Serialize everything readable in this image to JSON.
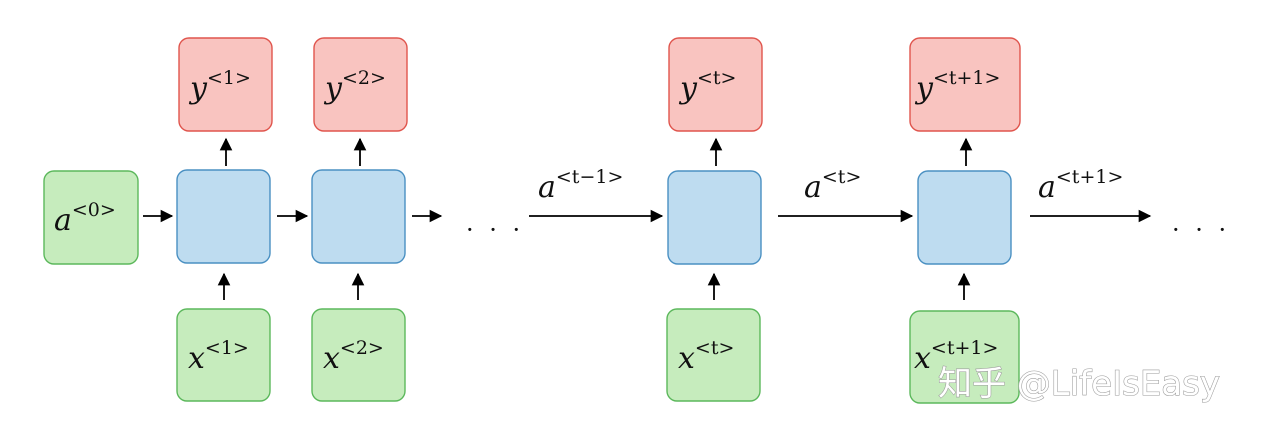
{
  "diagram": {
    "initial_state": {
      "base": "a",
      "sup": "<0>"
    },
    "outputs": [
      {
        "base": "y",
        "sup": "<1>"
      },
      {
        "base": "y",
        "sup": "<2>"
      },
      {
        "base": "y",
        "sup": "<t>"
      },
      {
        "base": "y",
        "sup": "<t+1>"
      }
    ],
    "inputs": [
      {
        "base": "x",
        "sup": "<1>"
      },
      {
        "base": "x",
        "sup": "<2>"
      },
      {
        "base": "x",
        "sup": "<t>"
      },
      {
        "base": "x",
        "sup": "<t+1>"
      }
    ],
    "hidden_states": [
      {
        "base": "a",
        "sup": "<t−1>"
      },
      {
        "base": "a",
        "sup": "<t>"
      },
      {
        "base": "a",
        "sup": "<t+1>"
      }
    ],
    "ellipsis": "· · ·",
    "colors": {
      "input_fill": "#c6ecbd",
      "cell_fill": "#bedcf0",
      "output_fill": "#f9c4c0"
    }
  },
  "watermark": {
    "text": "知乎 @LifeIsEasy"
  }
}
